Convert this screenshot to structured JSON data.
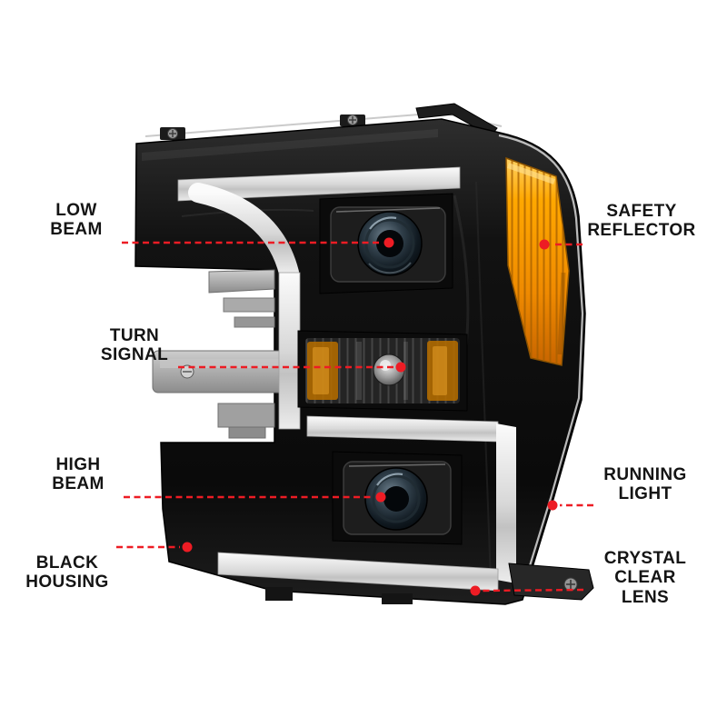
{
  "diagram": {
    "type": "annotated-product-callout",
    "callouts": {
      "low_beam": {
        "label": "LOW\nBEAM"
      },
      "safety_reflector": {
        "label": "SAFETY\nREFLECTOR"
      },
      "turn_signal": {
        "label": "TURN\nSIGNAL"
      },
      "high_beam": {
        "label": "HIGH\nBEAM"
      },
      "running_light": {
        "label": "RUNNING\nLIGHT"
      },
      "black_housing": {
        "label": "BLACK\nHOUSING"
      },
      "crystal_clear_lens": {
        "label": "CRYSTAL\nCLEAR LENS"
      }
    },
    "colors": {
      "accent_red": "#ed1c24",
      "housing_black": "#0d0d0d",
      "reflector_amber": "#f59b00",
      "light_bar_gray": "#d8d8d8",
      "background": "#ffffff"
    }
  }
}
